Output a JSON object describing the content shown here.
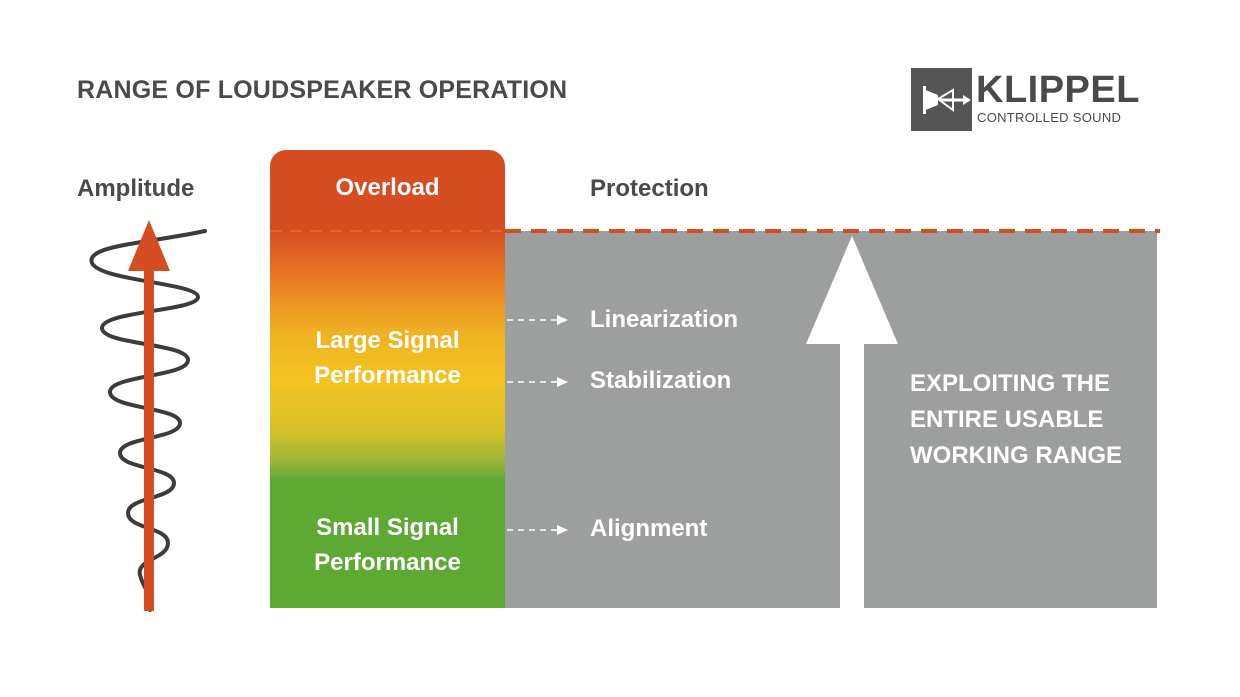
{
  "title": "RANGE OF LOUDSPEAKER OPERATION",
  "logo": {
    "name": "KLIPPEL",
    "tagline": "CONTROLLED SOUND",
    "icon": "klippel-logo-icon"
  },
  "axis": {
    "label": "Amplitude"
  },
  "bar": {
    "top_label": "Overload",
    "middle_label_line1": "Large Signal",
    "middle_label_line2": "Performance",
    "bottom_label_line1": "Small Signal",
    "bottom_label_line2": "Performance"
  },
  "protection": {
    "label": "Protection"
  },
  "actions": {
    "linearization": "Linearization",
    "stabilization": "Stabilization",
    "alignment": "Alignment"
  },
  "callout": {
    "line1": "EXPLOITING THE",
    "line2": "ENTIRE USABLE",
    "line3": "WORKING RANGE"
  },
  "colors": {
    "overload": "#d64d22",
    "large_signal": "#f2c321",
    "small_signal": "#5ea834",
    "protection_area": "#9d9e9e",
    "text_dark": "#4a4a4a",
    "arrow": "#d64d22"
  }
}
